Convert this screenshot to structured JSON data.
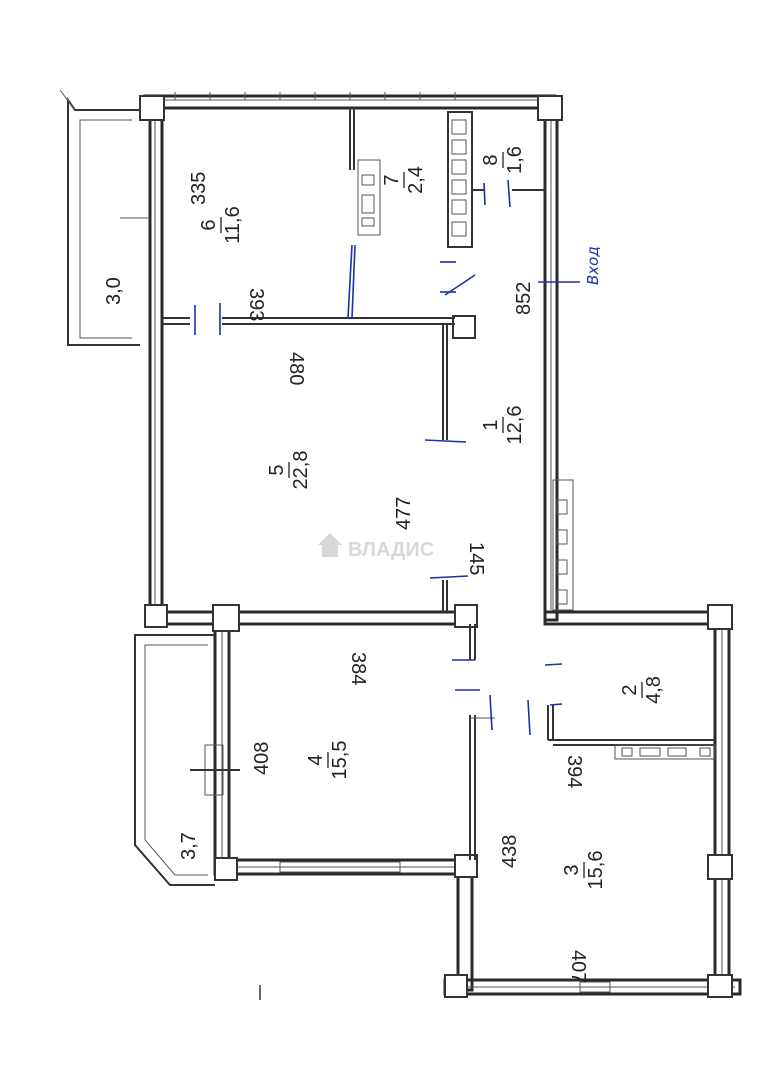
{
  "plan": {
    "rooms": [
      {
        "id": "1",
        "number": "1",
        "area": "12,6"
      },
      {
        "id": "2",
        "number": "2",
        "area": "4,8"
      },
      {
        "id": "3",
        "number": "3",
        "area": "15,6"
      },
      {
        "id": "4",
        "number": "4",
        "area": "15,5"
      },
      {
        "id": "5",
        "number": "5",
        "area": "22,8"
      },
      {
        "id": "6",
        "number": "6",
        "area": "11,6"
      },
      {
        "id": "7",
        "number": "7",
        "area": "2,4"
      },
      {
        "id": "8",
        "number": "8",
        "area": "1,6"
      }
    ],
    "balconies": [
      {
        "id": "balcony-top",
        "area": "3,0"
      },
      {
        "id": "balcony-bottom",
        "area": "3,7"
      }
    ],
    "dimensions": {
      "d335": "335",
      "d393": "393",
      "d480": "480",
      "d852": "852",
      "d477": "477",
      "d145": "145",
      "d384": "384",
      "d408": "408",
      "d394": "394",
      "d438": "438",
      "d407": "407"
    },
    "entrance_note": "Вход",
    "watermark": "ВЛАДИС"
  }
}
